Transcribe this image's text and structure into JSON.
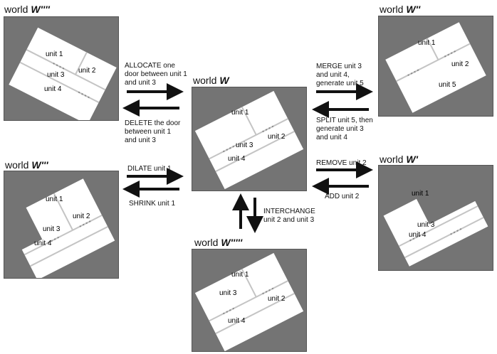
{
  "worlds": {
    "w4": {
      "prefix": "world",
      "name": "W''''",
      "units": {
        "u1": "unit 1",
        "u2": "unit 2",
        "u3": "unit 3",
        "u4": "unit 4"
      }
    },
    "w2": {
      "prefix": "world",
      "name": "W''",
      "units": {
        "u1": "unit 1",
        "u2": "unit 2",
        "u5": "unit 5"
      }
    },
    "w": {
      "prefix": "world",
      "name": "W",
      "units": {
        "u1": "unit 1",
        "u2": "unit 2",
        "u3": "unit 3",
        "u4": "unit 4"
      }
    },
    "w3": {
      "prefix": "world",
      "name": "W'''",
      "units": {
        "u1": "unit 1",
        "u2": "unit 2",
        "u3": "unit 3",
        "u4": "unit 4"
      }
    },
    "w1": {
      "prefix": "world",
      "name": "W'",
      "units": {
        "u1": "unit 1",
        "u3": "unit 3",
        "u4": "unit 4"
      }
    },
    "w5": {
      "prefix": "world",
      "name": "W'''''",
      "units": {
        "u1": "unit 1",
        "u2": "unit 2",
        "u3": "unit 3",
        "u4": "unit 4"
      }
    }
  },
  "ops": {
    "allocate": [
      "ALLOCATE one",
      "door between unit 1",
      "and unit 3"
    ],
    "delete": [
      "DELETE the door",
      "between unit 1",
      "and unit 3"
    ],
    "merge": [
      "MERGE unit 3",
      "and unit 4,",
      "generate unit 5"
    ],
    "split": [
      "SPLIT unit 5, then",
      "generate unit 3",
      "and unit 4"
    ],
    "dilate": [
      "DILATE unit 1"
    ],
    "shrink": [
      "SHRINK unit 1"
    ],
    "remove": [
      "REMOVE unit 2"
    ],
    "add": [
      "ADD unit 2"
    ],
    "interchange": [
      "INTERCHANGE",
      "unit 2 and unit 3"
    ]
  },
  "colors": {
    "background": "#747474",
    "plan": "#ffffff",
    "wall": "#c4c4c4",
    "arrow": "#111111"
  }
}
